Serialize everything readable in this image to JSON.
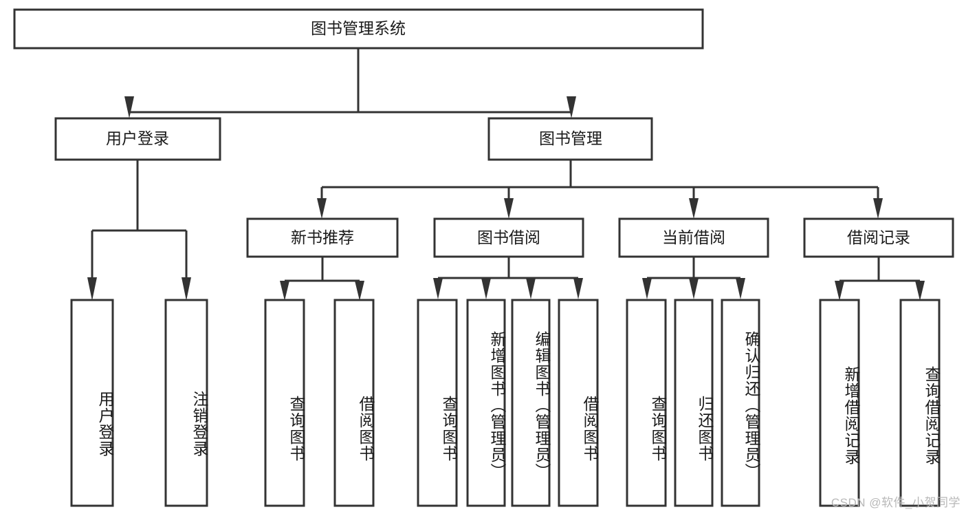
{
  "diagram": {
    "type": "tree-hierarchy",
    "title": "图书管理系统",
    "watermark": "CSDN @软件_小贺同学",
    "colors": {
      "background": "#ffffff",
      "box_fill": "#ffffff",
      "box_stroke": "#333333",
      "text": "#1a1a1a",
      "watermark": "#b8b8b8"
    },
    "root": {
      "label": "图书管理系统"
    },
    "level2": [
      {
        "id": "user-login",
        "label": "用户登录"
      },
      {
        "id": "book-manage",
        "label": "图书管理"
      }
    ],
    "level3": [
      {
        "id": "new-book-recommend",
        "label": "新书推荐",
        "parent": "book-manage"
      },
      {
        "id": "book-borrow",
        "label": "图书借阅",
        "parent": "book-manage"
      },
      {
        "id": "current-borrow",
        "label": "当前借阅",
        "parent": "book-manage"
      },
      {
        "id": "borrow-record",
        "label": "借阅记录",
        "parent": "book-manage"
      }
    ],
    "leaves": {
      "user-login": [
        {
          "id": "leaf-user-login",
          "label": "用户登录"
        },
        {
          "id": "leaf-user-logout",
          "label": "注销登录"
        }
      ],
      "new-book-recommend": [
        {
          "id": "leaf-query-book-1",
          "label": "查询图书"
        },
        {
          "id": "leaf-borrow-book-1",
          "label": "借阅图书"
        }
      ],
      "book-borrow": [
        {
          "id": "leaf-query-book-2",
          "label": "查询图书"
        },
        {
          "id": "leaf-add-book-admin",
          "label": "新增图书（管理员）"
        },
        {
          "id": "leaf-edit-book-admin",
          "label": "编辑图书（管理员）"
        },
        {
          "id": "leaf-borrow-book-2",
          "label": "借阅图书"
        }
      ],
      "current-borrow": [
        {
          "id": "leaf-query-book-3",
          "label": "查询图书"
        },
        {
          "id": "leaf-return-book",
          "label": "归还图书"
        },
        {
          "id": "leaf-confirm-return-admin",
          "label": "确认归还（管理员）"
        }
      ],
      "borrow-record": [
        {
          "id": "leaf-add-borrow-record",
          "label": "新增借阅记录"
        },
        {
          "id": "leaf-query-borrow-record",
          "label": "查询借阅记录"
        }
      ]
    }
  }
}
